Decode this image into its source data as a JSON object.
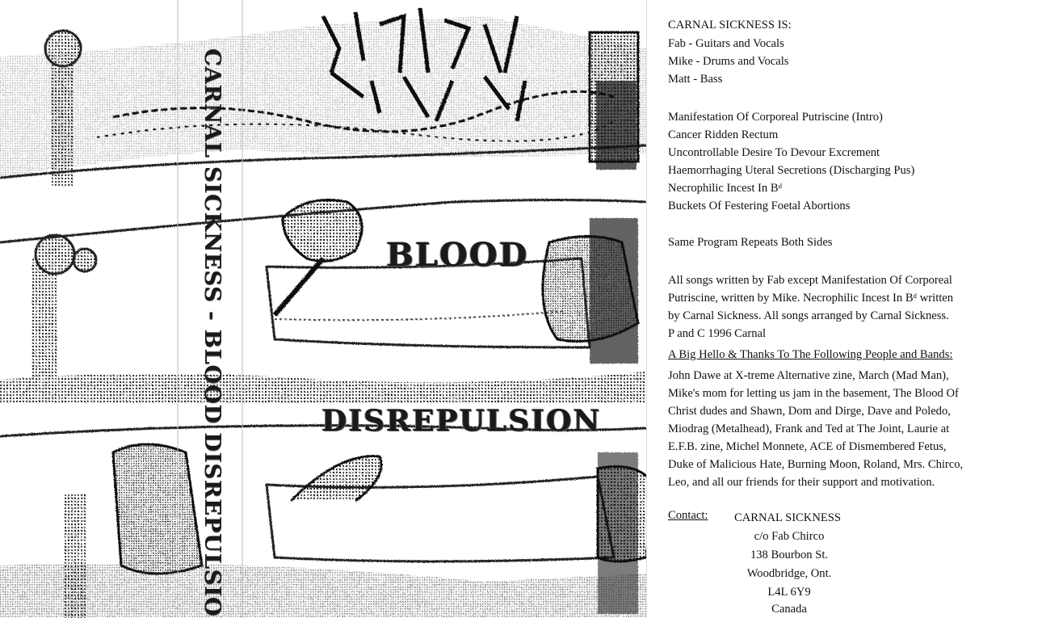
{
  "cover": {
    "logo_text": "CARNAL SICKNESS",
    "title_word_1": "BLOOD",
    "title_word_2": "DISREPULSION",
    "spine": "CARNAL SICKNESS - BLOOD DISREPULSION"
  },
  "insert": {
    "lineup_heading": "CARNAL SICKNESS IS:",
    "lineup": [
      "Fab - Guitars and Vocals",
      "Mike - Drums and Vocals",
      "Matt - Bass"
    ],
    "tracks": [
      "Manifestation Of Corporeal Putriscine (Intro)",
      "Cancer Ridden Rectum",
      "Uncontrollable Desire To Devour Excrement",
      "Haemorrhaging Uteral Secretions (Discharging Pus)",
      "Necrophilic Incest In Bᵈ",
      "Buckets Of Festering Foetal Abortions"
    ],
    "program_note": "Same Program Repeats Both Sides",
    "credits": [
      "All songs written by Fab except Manifestation Of Corporeal",
      "Putriscine, written by Mike.  Necrophilic Incest In Bᵈ written",
      "by Carnal Sickness.  All songs arranged by Carnal Sickness.",
      "P and C 1996 Carnal"
    ],
    "thanks_heading": "A Big Hello & Thanks To The Following People and Bands:",
    "thanks": [
      "John Dawe at X-treme Alternative zine, March (Mad Man),",
      "Mike's mom for letting us jam in the basement, The Blood Of",
      "Christ dudes and Shawn, Dom and Dirge, Dave and Poledo,",
      "Miodrag (Metalhead), Frank and Ted at The Joint, Laurie at",
      "E.F.B. zine, Michel Monnete, ACE of Dismembered Fetus,",
      "Duke of Malicious Hate, Burning Moon, Roland, Mrs. Chirco,",
      "Leo, and all our friends for their support and motivation."
    ],
    "contact_label": "Contact:",
    "address": [
      "CARNAL SICKNESS",
      "c/o  Fab Chirco",
      "138 Bourbon St.",
      "Woodbridge, Ont.",
      "L4L 6Y9",
      "Canada"
    ]
  }
}
